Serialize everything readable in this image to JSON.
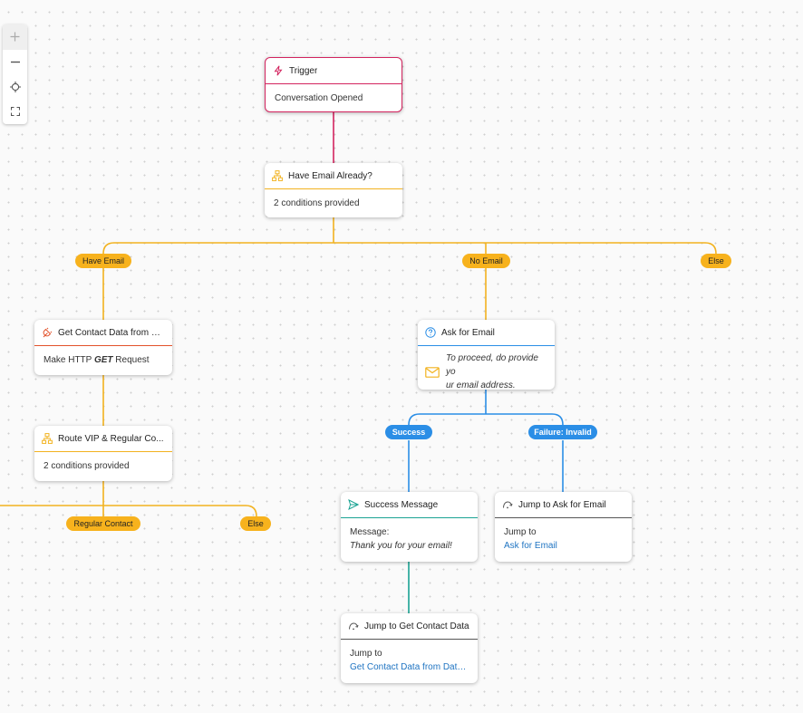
{
  "colors": {
    "trigger": "#d3245f",
    "condition": "#f2b21f",
    "http": "#e2522b",
    "question": "#2b8ee6",
    "message": "#1aa393",
    "jump": "#555555"
  },
  "toolbar": {
    "zoom_in": "plus-icon",
    "zoom_out": "minus-icon",
    "center": "crosshair-icon",
    "fit": "fit-screen-icon"
  },
  "nodes": {
    "trigger": {
      "title": "Trigger",
      "text": "Conversation Opened"
    },
    "have_email": {
      "title": "Have Email Already?",
      "text": "2 conditions provided"
    },
    "get_contact": {
      "title": "Get Contact Data from D...",
      "text_prefix": "Make HTTP",
      "method": "GET",
      "text_suffix": "Request"
    },
    "route_vip": {
      "title": "Route VIP & Regular Co...",
      "text": "2 conditions provided"
    },
    "ask_email": {
      "title": "Ask for Email",
      "text_line1": "To proceed, do provide yo",
      "text_line2": "ur email address."
    },
    "success_message": {
      "title": "Success Message",
      "label": "Message:",
      "text": "Thank you for your email!"
    },
    "jump_ask": {
      "title": "Jump to Ask for Email",
      "label": "Jump to",
      "target": "Ask for Email"
    },
    "jump_contact": {
      "title": "Jump to Get Contact Data",
      "label": "Jump to",
      "target": "Get Contact Data from Data ..."
    }
  },
  "branches": {
    "have_email": "Have Email",
    "no_email": "No Email",
    "else1": "Else",
    "regular_contact": "Regular Contact",
    "else2": "Else",
    "success": "Success",
    "failure": "Failure: Invalid"
  }
}
